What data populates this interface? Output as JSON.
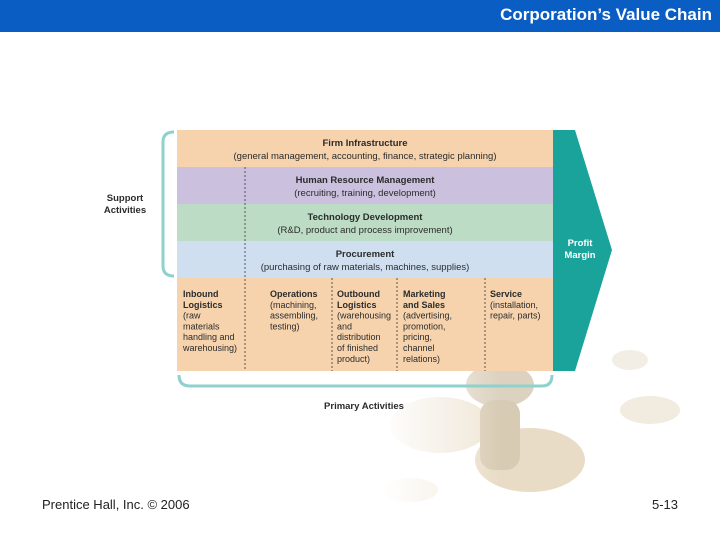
{
  "slide": {
    "title": "Corporation’s Value Chain",
    "footer_left": "Prentice Hall, Inc. © 2006",
    "page_number": "5-13"
  },
  "diagram": {
    "support_label": [
      "Support",
      "Activities"
    ],
    "primary_label": "Primary Activities",
    "margin_label": [
      "Profit",
      "Margin"
    ],
    "support_activities": [
      {
        "name": "Firm Infrastructure",
        "detail": "(general management, accounting, finance, strategic planning)"
      },
      {
        "name": "Human Resource Management",
        "detail": "(recruiting, training, development)"
      },
      {
        "name": "Technology Development",
        "detail": "(R&D, product and process improvement)"
      },
      {
        "name": "Procurement",
        "detail": "(purchasing of raw materials, machines, supplies)"
      }
    ],
    "primary_activities": [
      {
        "lines": [
          "Inbound",
          "Logistics",
          "(raw",
          "materials",
          "handling and",
          "warehousing)"
        ]
      },
      {
        "lines": [
          "Operations",
          "(machining,",
          "assembling,",
          "testing)"
        ]
      },
      {
        "lines": [
          "Outbound",
          "Logistics",
          "(warehousing",
          "and",
          "distribution",
          "of finished",
          "product)"
        ]
      },
      {
        "lines": [
          "Marketing",
          "and Sales",
          "(advertising,",
          "promotion,",
          "pricing,",
          "channel",
          "relations)"
        ]
      },
      {
        "lines": [
          "Service",
          "(installation,",
          "repair, parts)"
        ]
      }
    ],
    "colors": {
      "infrastructure": "#f6d3ad",
      "hr": "#cbc0de",
      "technology": "#bcdcc6",
      "procurement": "#cfdff0",
      "primary": "#f6d3ad",
      "margin": "#1aa39a",
      "bracket": "#8fd1cd",
      "header": "#0a5dc2"
    }
  }
}
